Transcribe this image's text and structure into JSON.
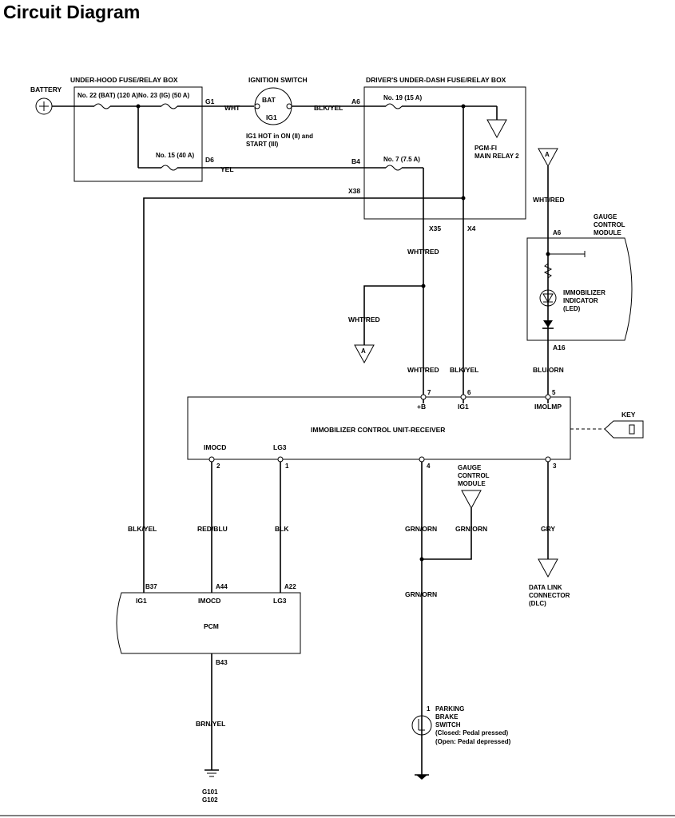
{
  "title": "Circuit Diagram",
  "battery": {
    "label": "BATTERY"
  },
  "underhood": {
    "title": "UNDER-HOOD FUSE/RELAY BOX",
    "fuse_bat": "No. 22 (BAT) (120 A)",
    "fuse_ig": "No. 23 (IG) (50 A)",
    "fuse_15": "No. 15 (40 A)",
    "term_g1": "G1",
    "term_d6": "D6"
  },
  "ignition": {
    "title": "IGNITION SWITCH",
    "bat": "BAT",
    "ig1": "IG1",
    "note1": "IG1 HOT in ON (II) and",
    "note2": "START (III)"
  },
  "underdash": {
    "title": "DRIVER'S UNDER-DASH FUSE/RELAY BOX",
    "term_a6": "A6",
    "term_b4": "B4",
    "fuse_19": "No. 19 (15 A)",
    "fuse_7": "No. 7 (7.5 A)",
    "relay_line1": "PGM-FI",
    "relay_line2": "MAIN RELAY 2",
    "term_x38": "X38",
    "term_x35": "X35",
    "term_x4": "X4"
  },
  "wires": {
    "wht": "WHT",
    "blk_yel": "BLK/YEL",
    "yel": "YEL",
    "wht_red": "WHT/RED",
    "blu_orn": "BLU/ORN",
    "red_blu": "RED/BLU",
    "blk": "BLK",
    "grn_orn": "GRN/ORN",
    "gry": "GRY",
    "brn_yel": "BRN/YEL"
  },
  "connector_a": "A",
  "gauge_top": {
    "line1": "GAUGE",
    "line2": "CONTROL",
    "line3": "MODULE",
    "term_a6": "A6",
    "term_a16": "A16",
    "led_line1": "IMMOBILIZER",
    "led_line2": "INDICATOR",
    "led_line3": "(LED)"
  },
  "immobilizer": {
    "title": "IMMOBILIZER CONTROL UNIT-RECEIVER",
    "pin7": "7",
    "pin6": "6",
    "pin5": "5",
    "pin2": "2",
    "pin1": "1",
    "pin4": "4",
    "pin3": "3",
    "label_b": "+B",
    "label_ig1": "IG1",
    "label_imolmp": "IMOLMP",
    "label_imocd": "IMOCD",
    "label_lg3": "LG3"
  },
  "key": {
    "label": "KEY"
  },
  "gauge_mid": {
    "line1": "GAUGE",
    "line2": "CONTROL",
    "line3": "MODULE"
  },
  "dlc": {
    "line1": "DATA LINK",
    "line2": "CONNECTOR",
    "line3": "(DLC)"
  },
  "pcm": {
    "title": "PCM",
    "term_b37": "B37",
    "term_a44": "A44",
    "term_a22": "A22",
    "term_b43": "B43",
    "label_ig1": "IG1",
    "label_imocd": "IMOCD",
    "label_lg3": "LG3"
  },
  "parking": {
    "pin": "1",
    "line1": "PARKING",
    "line2": "BRAKE",
    "line3": "SWITCH",
    "line4": "(Closed: Pedal pressed)",
    "line5": "(Open: Pedal depressed)"
  },
  "ground": {
    "g101": "G101",
    "g102": "G102"
  }
}
